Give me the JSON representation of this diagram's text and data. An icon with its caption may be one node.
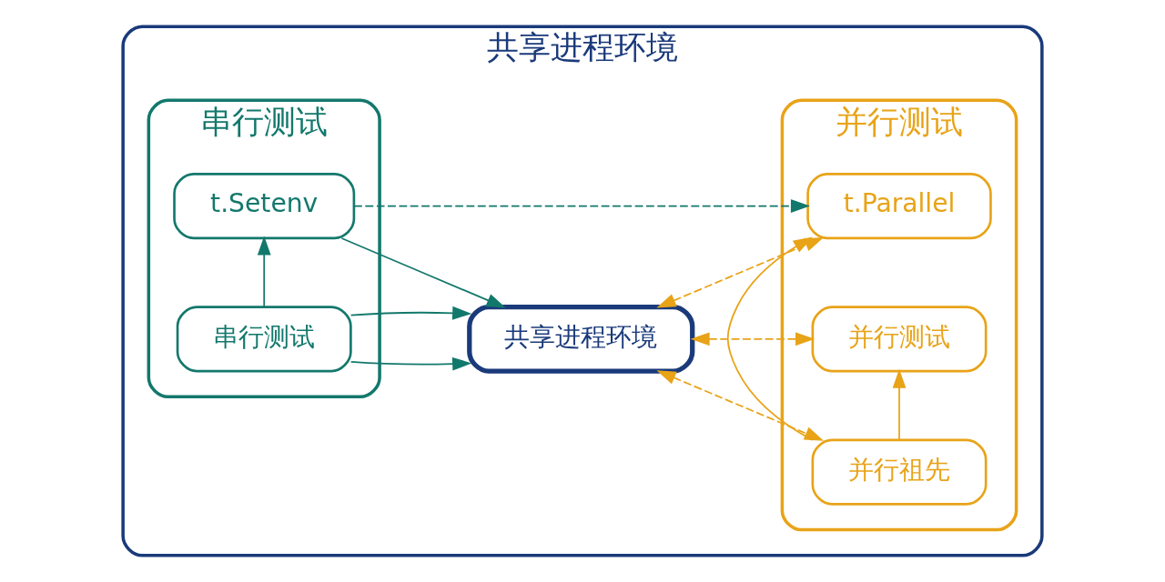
{
  "diagram": {
    "nodes": [
      {
        "text": [
          "共享进程环境"
        ]
      },
      {
        "text": [
          "串行测试"
        ],
        "in": 0
      },
      {
        "text": [
          "串行测试"
        ],
        "in": 1
      },
      {
        "text": [
          "t.Setenv"
        ],
        "in": 1
      },
      {
        "text": [
          "共享进程环境"
        ],
        "in": 0
      },
      {
        "text": [
          "并行测试"
        ],
        "in": 0
      },
      {
        "text": [
          "并行测试"
        ],
        "in": 5
      },
      {
        "text": [
          "并行祖先"
        ],
        "in": 5
      },
      {
        "text": [
          "t.Parallel"
        ],
        "in": 5
      }
    ],
    "edges": [
      {
        "from": 2,
        "to": 4,
        "arrow": "to",
        "color": "#13786c"
      },
      {
        "from": 2,
        "to": 4,
        "arrow": "to",
        "color": "#13786c"
      },
      {
        "from": 2,
        "to": 3,
        "arrow": "to",
        "color": "#13786c"
      },
      {
        "from": 3,
        "to": 4,
        "arrow": "to",
        "color": "#13786c"
      },
      {
        "from": 4,
        "to": 6,
        "arrow": "both",
        "style": "dashed",
        "color": "#e8a317"
      },
      {
        "from": 4,
        "to": 7,
        "arrow": "both",
        "style": "dashed",
        "color": "#e8a317"
      },
      {
        "from": 4,
        "to": 8,
        "arrow": "both",
        "style": "dashed",
        "color": "#e8a317"
      },
      {
        "from": 7,
        "to": 6,
        "arrow": "to",
        "color": "#e8a317"
      },
      {
        "from": 7,
        "to": 8,
        "arrow": "to",
        "color": "#e8a317"
      },
      {
        "from": 3,
        "to": 8,
        "arrow": "to",
        "style": "dashed",
        "color": "#13786c"
      }
    ]
  }
}
